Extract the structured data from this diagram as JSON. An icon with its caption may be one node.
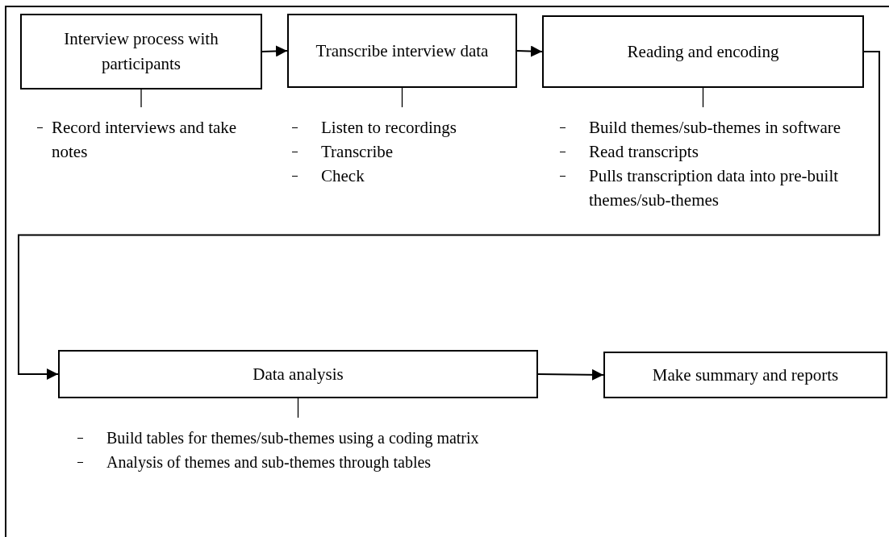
{
  "diagram": {
    "nodes": [
      {
        "text": [
          "Interview process with participants"
        ]
      },
      {
        "text": [
          "Transcribe interview data"
        ]
      },
      {
        "text": [
          "Reading and encoding"
        ]
      },
      {
        "text": [
          "Data analysis"
        ]
      },
      {
        "text": [
          "Make summary and reports"
        ]
      },
      {
        "text": [
          "Record interviews and take notes"
        ]
      },
      {
        "text": [
          "Listen to recordings",
          "Transcribe",
          "Check"
        ]
      },
      {
        "text": [
          "Build themes/sub-themes in software",
          "Read transcripts",
          "Pulls transcription data into pre-built themes/sub-themes"
        ]
      },
      {
        "text": [
          "Build tables for themes/sub-themes using a coding matrix",
          "Analysis of themes and sub-themes through tables"
        ]
      }
    ],
    "edges": [
      {
        "from": 0,
        "to": 1,
        "arrow": "to"
      },
      {
        "from": 1,
        "to": 2,
        "arrow": "to"
      },
      {
        "from": 2,
        "to": 3,
        "arrow": "to"
      },
      {
        "from": 3,
        "to": 4,
        "arrow": "to"
      },
      {
        "from": 0,
        "to": 5,
        "arrow": "none"
      },
      {
        "from": 1,
        "to": 6,
        "arrow": "none"
      },
      {
        "from": 2,
        "to": 7,
        "arrow": "none"
      },
      {
        "from": 3,
        "to": 8,
        "arrow": "none"
      }
    ]
  }
}
